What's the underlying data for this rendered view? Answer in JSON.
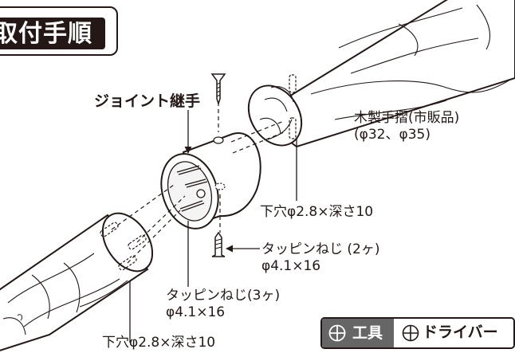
{
  "title": "取付手順",
  "labels": {
    "joint": "ジョイント継手",
    "handrail_name": "木製手摺(市販品)",
    "handrail_size": "(φ32、φ35)",
    "pilot_hole_upper": "下穴φ2.8×深さ10",
    "screw_two_name": "タッピンねじ (2ヶ)",
    "screw_two_size": "φ4.1×16",
    "screw_three_name": "タッピンねじ(3ヶ)",
    "screw_three_size": "φ4.1×16",
    "pilot_hole_lower": "下穴φ2.8×深さ10"
  },
  "tools": {
    "label": "工具",
    "tool_icon": "plus-circle-icon",
    "driver_icon": "plus-circle-icon",
    "driver_label": "ドライバー"
  }
}
